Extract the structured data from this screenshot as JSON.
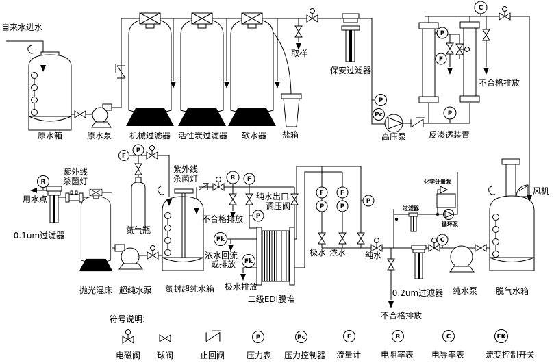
{
  "labels": {
    "tap_water_inlet": "自来水进水",
    "raw_water_tank": "原水箱",
    "raw_water_pump": "原水泵",
    "mechanical_filter": "机械过滤器",
    "carbon_filter": "活性炭过滤器",
    "softener": "软水器",
    "salt_tank": "盐箱",
    "sampling": "取样",
    "security_filter": "保安过滤器",
    "high_pressure_pump": "高压泵",
    "ro_unit": "反渗透装置",
    "reject_discharge": "不合格排放",
    "water_use_point": "用水点",
    "filter_01um": "0.1um过滤器",
    "uv_line1": "紫外线",
    "uv_line2": "杀菌灯",
    "polishing_mixed_bed": "抛光混床",
    "ultrapure_pump": "超纯水泵",
    "nitrogen_bottle": "氮气瓶",
    "n2_sealed_tank": "氮封超纯水箱",
    "outlet_valve_line1": "纯水出口",
    "outlet_valve_line2": "调压阀",
    "concentrate_return_line1": "浓水回流",
    "concentrate_return_line2": "或排放",
    "polar_discharge": "极水排放",
    "edi_stack": "二级EDI膜堆",
    "polar_water": "极水",
    "concentrate_water": "浓水",
    "pure_water": "纯水",
    "chemical_metering_pump": "化学计量泵",
    "inline_filter": "过滤器",
    "circulation_pump": "循环泵",
    "filter_02um": "0.2um过滤器",
    "pure_water_pump": "纯水泵",
    "degas_tank": "脱气水箱",
    "fan": "风机"
  },
  "meters": {
    "P": "P",
    "Pc": "Pc",
    "F": "F",
    "R": "R",
    "C": "C",
    "Fk": "Fk",
    "FK": "FK"
  },
  "legend": {
    "title": "符号说明:",
    "items": [
      {
        "icon": "solenoid-valve",
        "label": "电磁阀"
      },
      {
        "icon": "ball-valve",
        "label": "球阀"
      },
      {
        "icon": "check-valve",
        "label": "止回阀"
      },
      {
        "icon": "pressure-gauge",
        "letter": "P",
        "label": "压力表"
      },
      {
        "icon": "pressure-controller",
        "letter": "Pc",
        "label": "压力控制器"
      },
      {
        "icon": "flow-meter",
        "letter": "F",
        "label": "流量计"
      },
      {
        "icon": "resistivity-meter",
        "letter": "R",
        "label": "电阻率表"
      },
      {
        "icon": "conductivity-meter",
        "letter": "C",
        "label": "电导率表"
      },
      {
        "icon": "flow-control-switch",
        "letter": "FK",
        "label": "流变控制开关"
      }
    ]
  }
}
